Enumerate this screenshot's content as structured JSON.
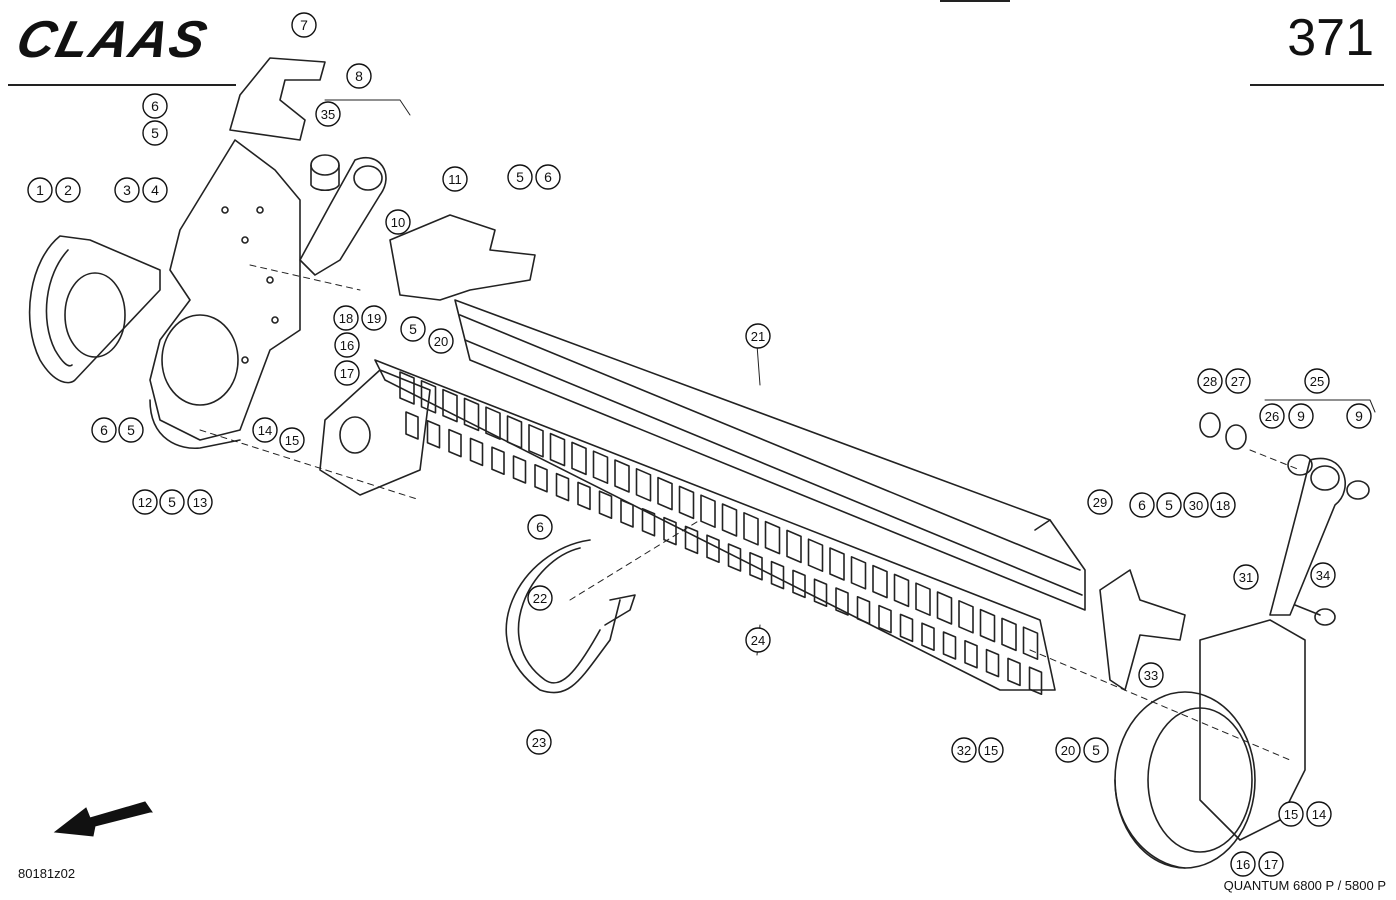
{
  "header": {
    "logo_text": "CLAAS",
    "page_number": "371"
  },
  "footer": {
    "drawing_code": "80181z02",
    "model_label": "QUANTUM 6800 P / 5800 P"
  },
  "callouts": [
    {
      "label": "7"
    },
    {
      "label": "8"
    },
    {
      "label": "6"
    },
    {
      "label": "5"
    },
    {
      "label": "35"
    },
    {
      "label": "1"
    },
    {
      "label": "2"
    },
    {
      "label": "3"
    },
    {
      "label": "4"
    },
    {
      "label": "11"
    },
    {
      "label": "5"
    },
    {
      "label": "6"
    },
    {
      "label": "10"
    },
    {
      "label": "18"
    },
    {
      "label": "19"
    },
    {
      "label": "5"
    },
    {
      "label": "20"
    },
    {
      "label": "16"
    },
    {
      "label": "17"
    },
    {
      "label": "21"
    },
    {
      "label": "6"
    },
    {
      "label": "5"
    },
    {
      "label": "14"
    },
    {
      "label": "15"
    },
    {
      "label": "12"
    },
    {
      "label": "5"
    },
    {
      "label": "13"
    },
    {
      "label": "28"
    },
    {
      "label": "27"
    },
    {
      "label": "25"
    },
    {
      "label": "26"
    },
    {
      "label": "9"
    },
    {
      "label": "9"
    },
    {
      "label": "29"
    },
    {
      "label": "6"
    },
    {
      "label": "5"
    },
    {
      "label": "30"
    },
    {
      "label": "18"
    },
    {
      "label": "31"
    },
    {
      "label": "34"
    },
    {
      "label": "6"
    },
    {
      "label": "22"
    },
    {
      "label": "24"
    },
    {
      "label": "33"
    },
    {
      "label": "23"
    },
    {
      "label": "32"
    },
    {
      "label": "15"
    },
    {
      "label": "20"
    },
    {
      "label": "5"
    },
    {
      "label": "15"
    },
    {
      "label": "14"
    },
    {
      "label": "16"
    },
    {
      "label": "17"
    }
  ]
}
